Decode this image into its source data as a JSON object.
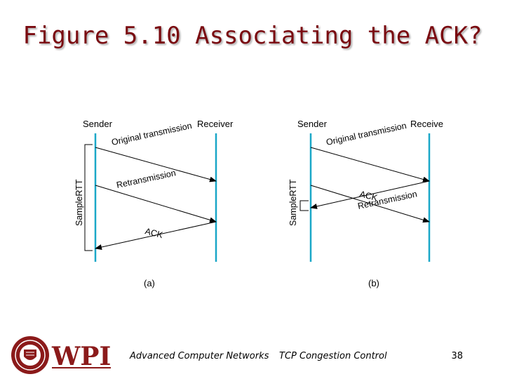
{
  "slide": {
    "title": "Figure 5.10 Associating the ACK?",
    "footer_course": "Advanced Computer Networks",
    "footer_topic": "TCP Congestion Control",
    "page_number": "38",
    "logo_text": "WPI",
    "title_color": "#7a0a10",
    "line_color": "#1aa7c8",
    "logo_color": "#8b1a1a"
  },
  "diagram_a": {
    "sender": "Sender",
    "receiver": "Receiver",
    "original": "Original transmission",
    "retransmission": "Retransmission",
    "ack": "ACK",
    "sample_rtt": "SampleRTT",
    "caption": "(a)"
  },
  "diagram_b": {
    "sender": "Sender",
    "receiver": "Receive",
    "original": "Original transmission",
    "retransmission": "Retransmission",
    "ack": "ACK",
    "sample_rtt": "SampleRTT",
    "caption": "(b)"
  }
}
